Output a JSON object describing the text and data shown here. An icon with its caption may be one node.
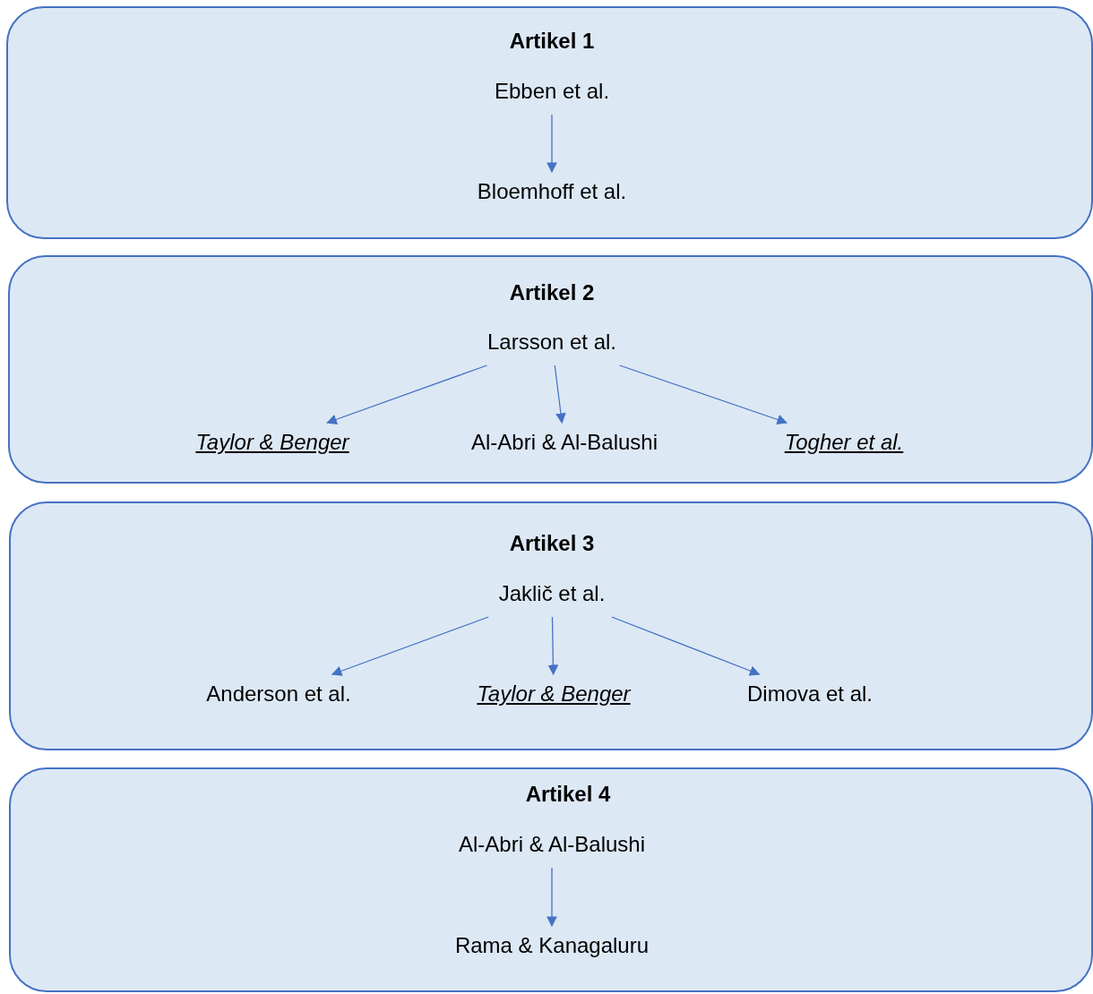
{
  "diagram": {
    "nodes": [
      {
        "text": [
          "Artikel 1"
        ]
      },
      {
        "text": [
          "Ebben et al."
        ],
        "in": 0
      },
      {
        "text": [
          "Bloemhoff et al."
        ],
        "in": 0
      },
      {
        "text": [
          "Artikel 2"
        ]
      },
      {
        "text": [
          "Larsson et al."
        ],
        "in": 3
      },
      {
        "text": [
          "*Taylor & Benger*"
        ],
        "in": 3
      },
      {
        "text": [
          "Al-Abri & Al-Balushi"
        ],
        "in": 3
      },
      {
        "text": [
          "*Togher et al.*"
        ],
        "in": 3
      },
      {
        "text": [
          "Artikel 3"
        ]
      },
      {
        "text": [
          "Jaklič et al."
        ],
        "in": 8
      },
      {
        "text": [
          "Anderson et al."
        ],
        "in": 8
      },
      {
        "text": [
          "*Taylor & Benger*"
        ],
        "in": 8
      },
      {
        "text": [
          "Dimova et al."
        ],
        "in": 8
      },
      {
        "text": [
          "Artikel 4"
        ]
      },
      {
        "text": [
          "Al-Abri & Al-Balushi"
        ],
        "in": 13
      },
      {
        "text": [
          "Rama & Kanagaluru"
        ],
        "in": 13
      }
    ],
    "edges": [
      {
        "from": 1,
        "to": 2,
        "arrow": "to"
      },
      {
        "from": 4,
        "to": 5,
        "arrow": "to"
      },
      {
        "from": 4,
        "to": 6,
        "arrow": "to"
      },
      {
        "from": 4,
        "to": 7,
        "arrow": "to"
      },
      {
        "from": 9,
        "to": 10,
        "arrow": "to"
      },
      {
        "from": 9,
        "to": 11,
        "arrow": "to"
      },
      {
        "from": 9,
        "to": 12,
        "arrow": "to"
      },
      {
        "from": 14,
        "to": 15,
        "arrow": "to"
      }
    ]
  }
}
